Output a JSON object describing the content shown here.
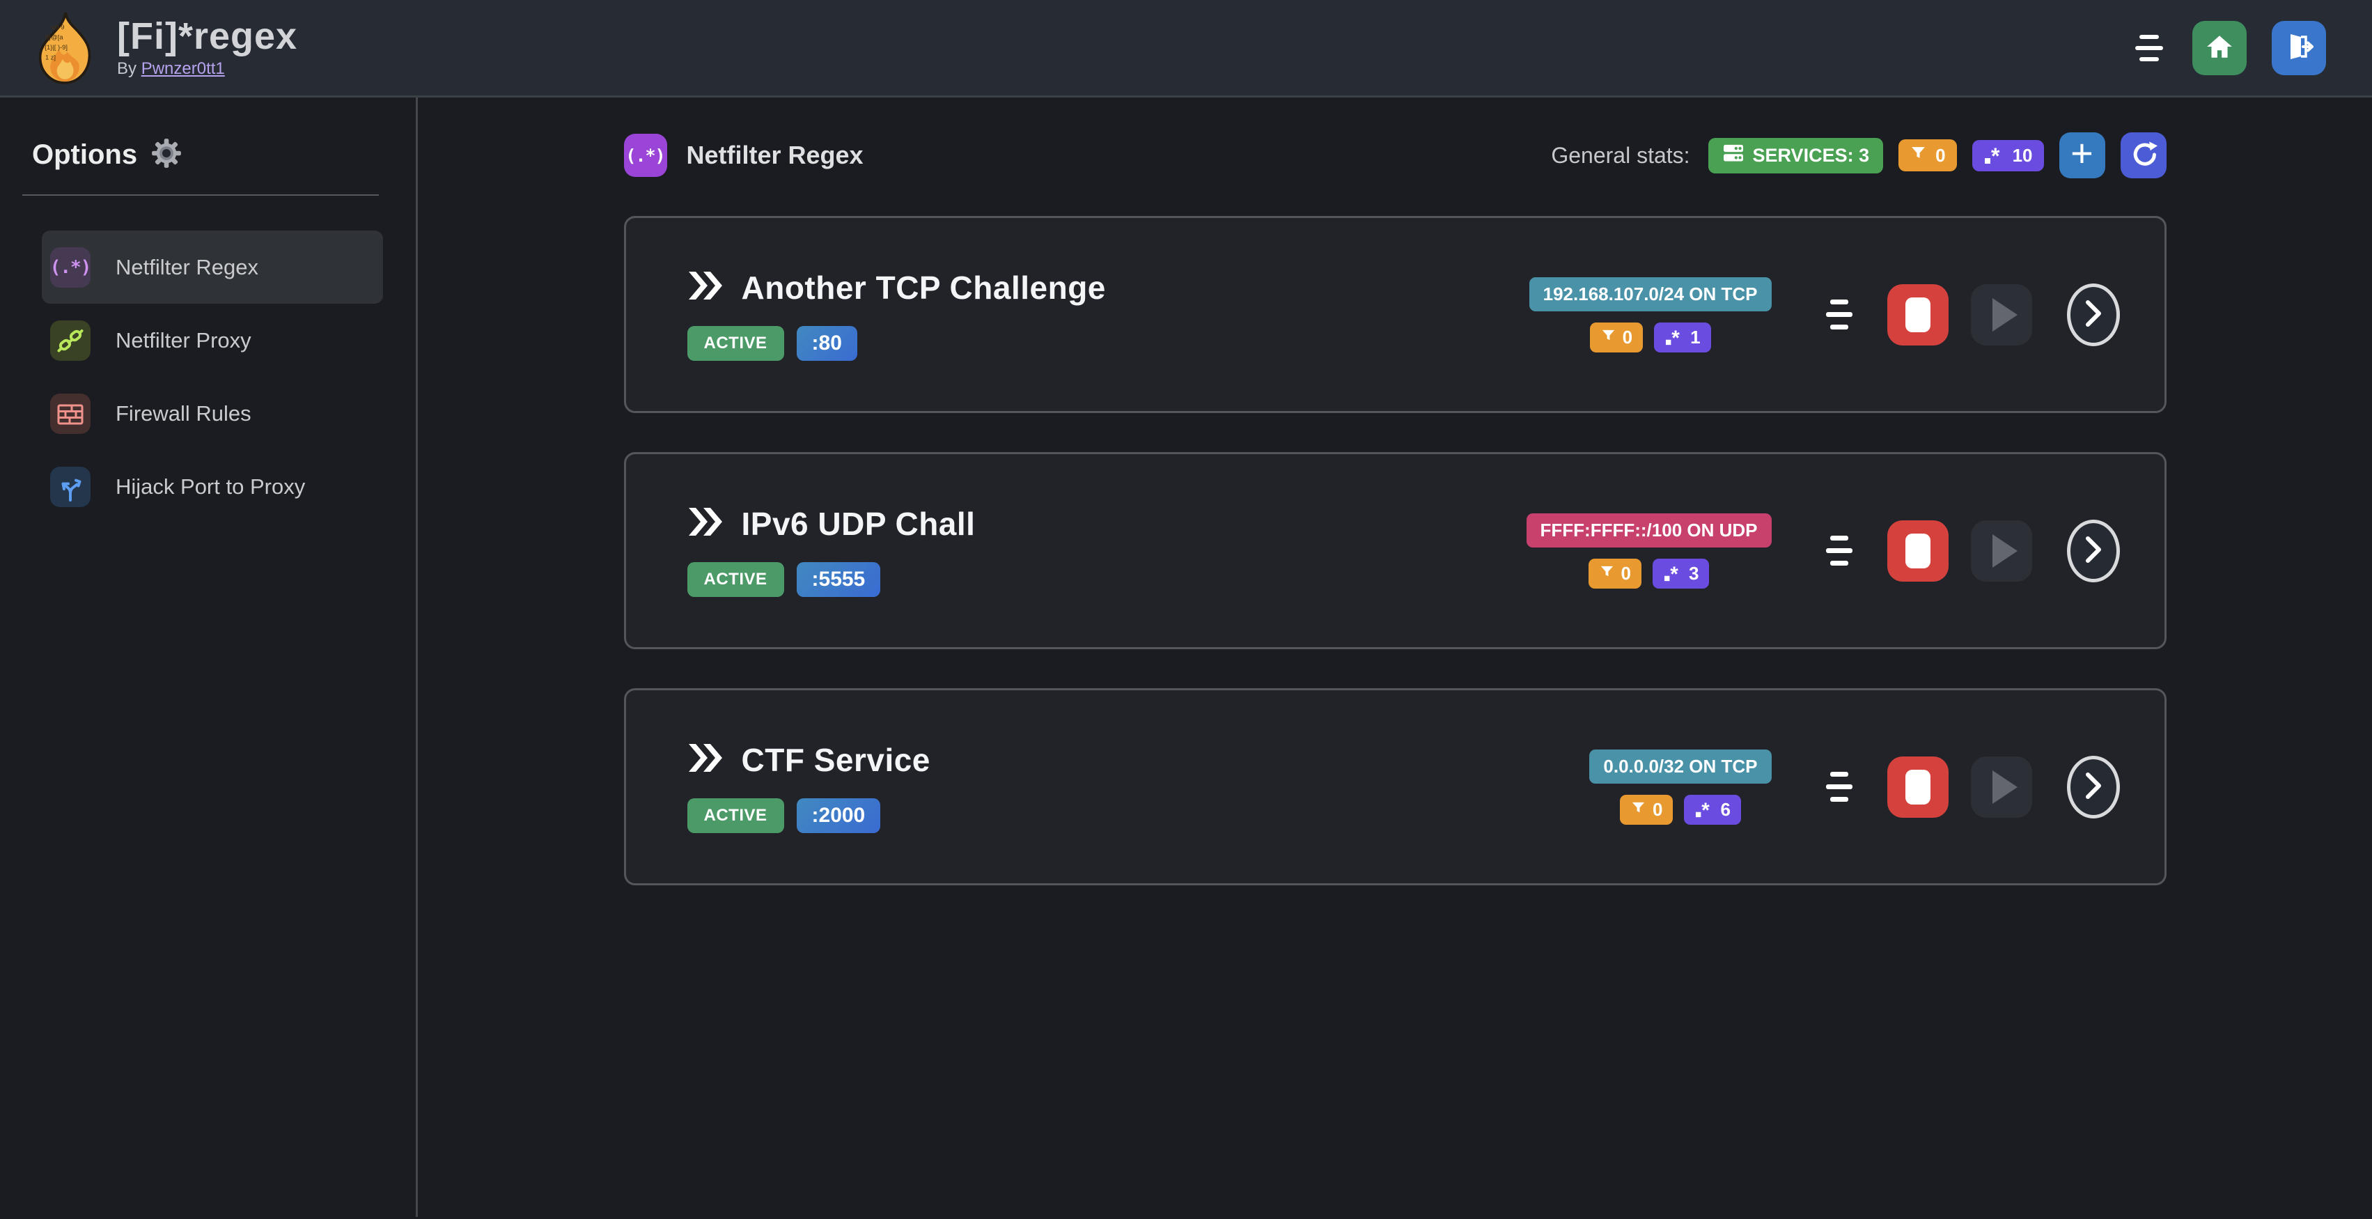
{
  "app": {
    "title": "[Fi]*regex",
    "byline_prefix": "By",
    "author": "Pwnzer0tt1"
  },
  "sidebar": {
    "heading": "Options",
    "items": [
      {
        "label": "Netfilter Regex",
        "icon": "regex-icon",
        "glyph": "(.*)",
        "active": true
      },
      {
        "label": "Netfilter Proxy",
        "icon": "proxy-chain-icon",
        "active": false
      },
      {
        "label": "Firewall Rules",
        "icon": "firewall-brick-icon",
        "active": false
      },
      {
        "label": "Hijack Port to Proxy",
        "icon": "split-arrows-icon",
        "active": false
      }
    ]
  },
  "main": {
    "section": {
      "title": "Netfilter Regex",
      "icon_glyph": "(.*)"
    },
    "stats": {
      "label": "General stats:",
      "services_badge": "SERVICES: 3",
      "filter_count": "0",
      "regex_count": "10",
      "add_label": "+"
    },
    "services": [
      {
        "title": "Another TCP Challenge",
        "status": "ACTIVE",
        "port": ":80",
        "endpoint": "192.168.107.0/24 ON TCP",
        "endpoint_style": "teal",
        "filter_count": "0",
        "regex_count": "1"
      },
      {
        "title": "IPv6 UDP Chall",
        "status": "ACTIVE",
        "port": ":5555",
        "endpoint": "FFFF:FFFF::/100 ON UDP",
        "endpoint_style": "pink",
        "filter_count": "0",
        "regex_count": "3"
      },
      {
        "title": "CTF Service",
        "status": "ACTIVE",
        "port": ":2000",
        "endpoint": "0.0.0.0/32 ON TCP",
        "endpoint_style": "teal",
        "filter_count": "0",
        "regex_count": "6"
      }
    ]
  },
  "colors": {
    "topbar_bg": "#262b34",
    "page_bg": "#1a1c21",
    "card_bg": "#212329",
    "card_border": "#53565c",
    "active_green": "#4c9a68",
    "services_green": "#4ba153",
    "port_blue_start": "#4189c0",
    "port_blue_end": "#3a6bd2",
    "teal": "#4a92a8",
    "pink": "#c8406c",
    "orange": "#e89a30",
    "purple": "#6b4ce1",
    "plus_blue": "#3579bf",
    "refresh_blue": "#4c5bd6",
    "home_green": "#3e8e5e",
    "logout_blue": "#3a76cc",
    "stop_red": "#d5423e",
    "link_purple": "#b6a3ee"
  }
}
